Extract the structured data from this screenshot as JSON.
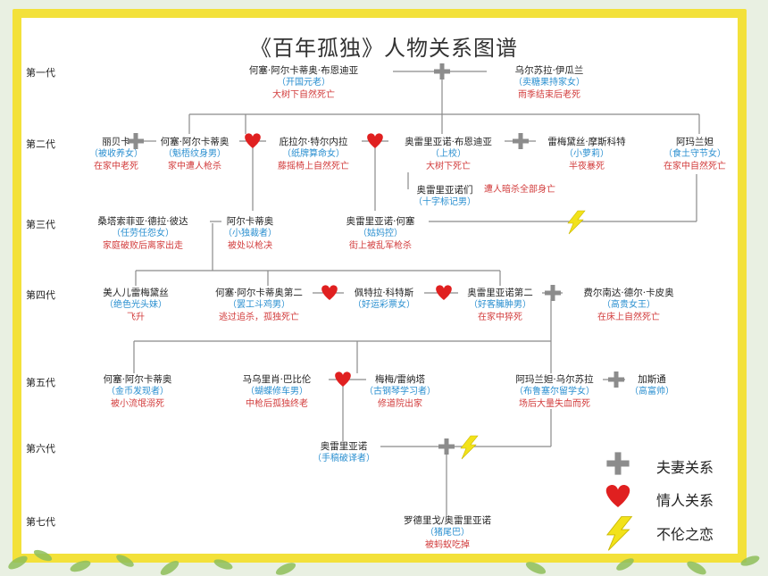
{
  "title": "《百年孤独》人物关系图谱",
  "generations": [
    "第一代",
    "第二代",
    "第三代",
    "第四代",
    "第五代",
    "第六代",
    "第七代"
  ],
  "people": {
    "jose_arcadio_buendia": {
      "name": "何塞·阿尔卡蒂奥·布恩迪亚",
      "nick": "（开国元老）",
      "fate": "大树下自然死亡"
    },
    "ursula": {
      "name": "乌尔苏拉·伊瓜兰",
      "nick": "（卖糖果持家女）",
      "fate": "雨季结束后老死"
    },
    "rebeca": {
      "name": "丽贝卡",
      "nick": "（被收养女）",
      "fate": "在家中老死"
    },
    "jose_arcadio_2": {
      "name": "何塞·阿尔卡蒂奥",
      "nick": "（魁梧纹身男）",
      "fate": "家中遭人枪杀"
    },
    "pilar": {
      "name": "庇拉尔·特尔内拉",
      "nick": "（纸牌算命女）",
      "fate": "藤摇椅上自然死亡"
    },
    "aureliano_colonel": {
      "name": "奥雷里亚诺·布恩迪亚",
      "nick": "（上校）",
      "fate": "大树下死亡"
    },
    "remedios_moscote": {
      "name": "雷梅黛丝·摩斯科特",
      "nick": "（小萝莉）",
      "fate": "半夜暴死"
    },
    "amaranta": {
      "name": "阿玛兰妲",
      "nick": "（食土守节女）",
      "fate": "在家中自然死亡"
    },
    "aurelianos_17": {
      "name": "奥雷里亚诺们",
      "nick": "（十字标记男）",
      "fate": "遭人暗杀全部身亡"
    },
    "santa_sofia": {
      "name": "桑塔索菲亚·德拉·彼达",
      "nick": "（任劳任怨女）",
      "fate": "家庭破败后离家出走"
    },
    "arcadio": {
      "name": "阿尔卡蒂奥",
      "nick": "（小独裁者）",
      "fate": "被处以枪决"
    },
    "aureliano_jose": {
      "name": "奥雷里亚诺·何塞",
      "nick": "（姑妈控）",
      "fate": "街上被乱军枪杀"
    },
    "remedios_beauty": {
      "name": "美人儿雷梅黛丝",
      "nick": "（绝色光头妹）",
      "fate": "飞升"
    },
    "jose_arcadio_segundo": {
      "name": "何塞·阿尔卡蒂奥第二",
      "nick": "（罢工斗鸡男）",
      "fate": "逃过追杀，孤独死亡"
    },
    "petra": {
      "name": "佩特拉·科特斯",
      "nick": "（好运彩票女）",
      "fate": ""
    },
    "aureliano_segundo": {
      "name": "奥雷里亚诺第二",
      "nick": "（好客臃肿男）",
      "fate": "在家中猝死"
    },
    "fernanda": {
      "name": "费尔南达·德尔·卡皮奥",
      "nick": "（高贵女王）",
      "fate": "在床上自然死亡"
    },
    "jose_arcadio_5": {
      "name": "何塞·阿尔卡蒂奥",
      "nick": "（金币发现者）",
      "fate": "被小流氓溺死"
    },
    "mauricio": {
      "name": "马乌里肖·巴比伦",
      "nick": "（蝴蝶修车男）",
      "fate": "中枪后孤独终老"
    },
    "meme": {
      "name": "梅梅/雷纳塔",
      "nick": "（古钢琴学习者）",
      "fate": "修道院出家"
    },
    "amaranta_ursula": {
      "name": "阿玛兰妲·乌尔苏拉",
      "nick": "（布鲁塞尔留学女）",
      "fate": "场后大量失血而死"
    },
    "gaston": {
      "name": "加斯通",
      "nick": "（高富帅）",
      "fate": ""
    },
    "aureliano_babilonia": {
      "name": "奥雷里亚诺",
      "nick": "（手稿破译者）",
      "fate": ""
    },
    "rodrigo": {
      "name": "罗德里戈/奥雷里亚诺",
      "nick": "（猪尾巴）",
      "fate": "被蚂蚁吃掉"
    }
  },
  "legend": {
    "spouse": "夫妻关系",
    "lover": "情人关系",
    "incest": "不伦之恋"
  },
  "colors": {
    "frame": "#f3e13a",
    "nickname": "#2a8fd0",
    "fate": "#d23c3c",
    "heart": "#e02020",
    "bolt": "#f2e21a",
    "plus": "#8c8c8c"
  }
}
